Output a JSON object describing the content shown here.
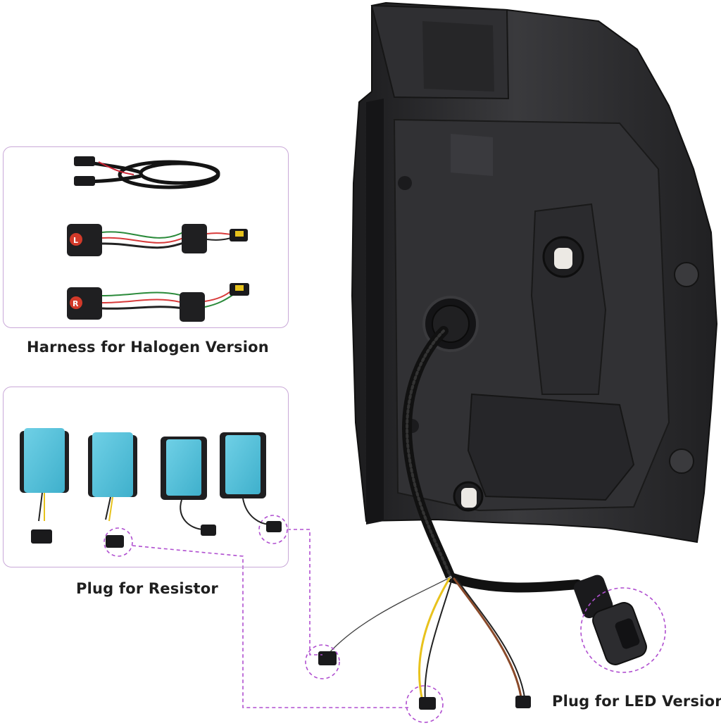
{
  "captions": {
    "halogen_harness": "Harness for Halogen Version",
    "resistor_plug": "Plug for Resistor",
    "led_plug": "Plug for LED Version"
  },
  "connector_badges": {
    "left": "L",
    "right": "R"
  },
  "colors": {
    "panel_border": "#c9a8d8",
    "callout_dash": "#b04fd0",
    "resistor_blue": "#56c3dc",
    "lamp_housing": "#2a2a2c",
    "badge_red": "#d23a2a"
  }
}
